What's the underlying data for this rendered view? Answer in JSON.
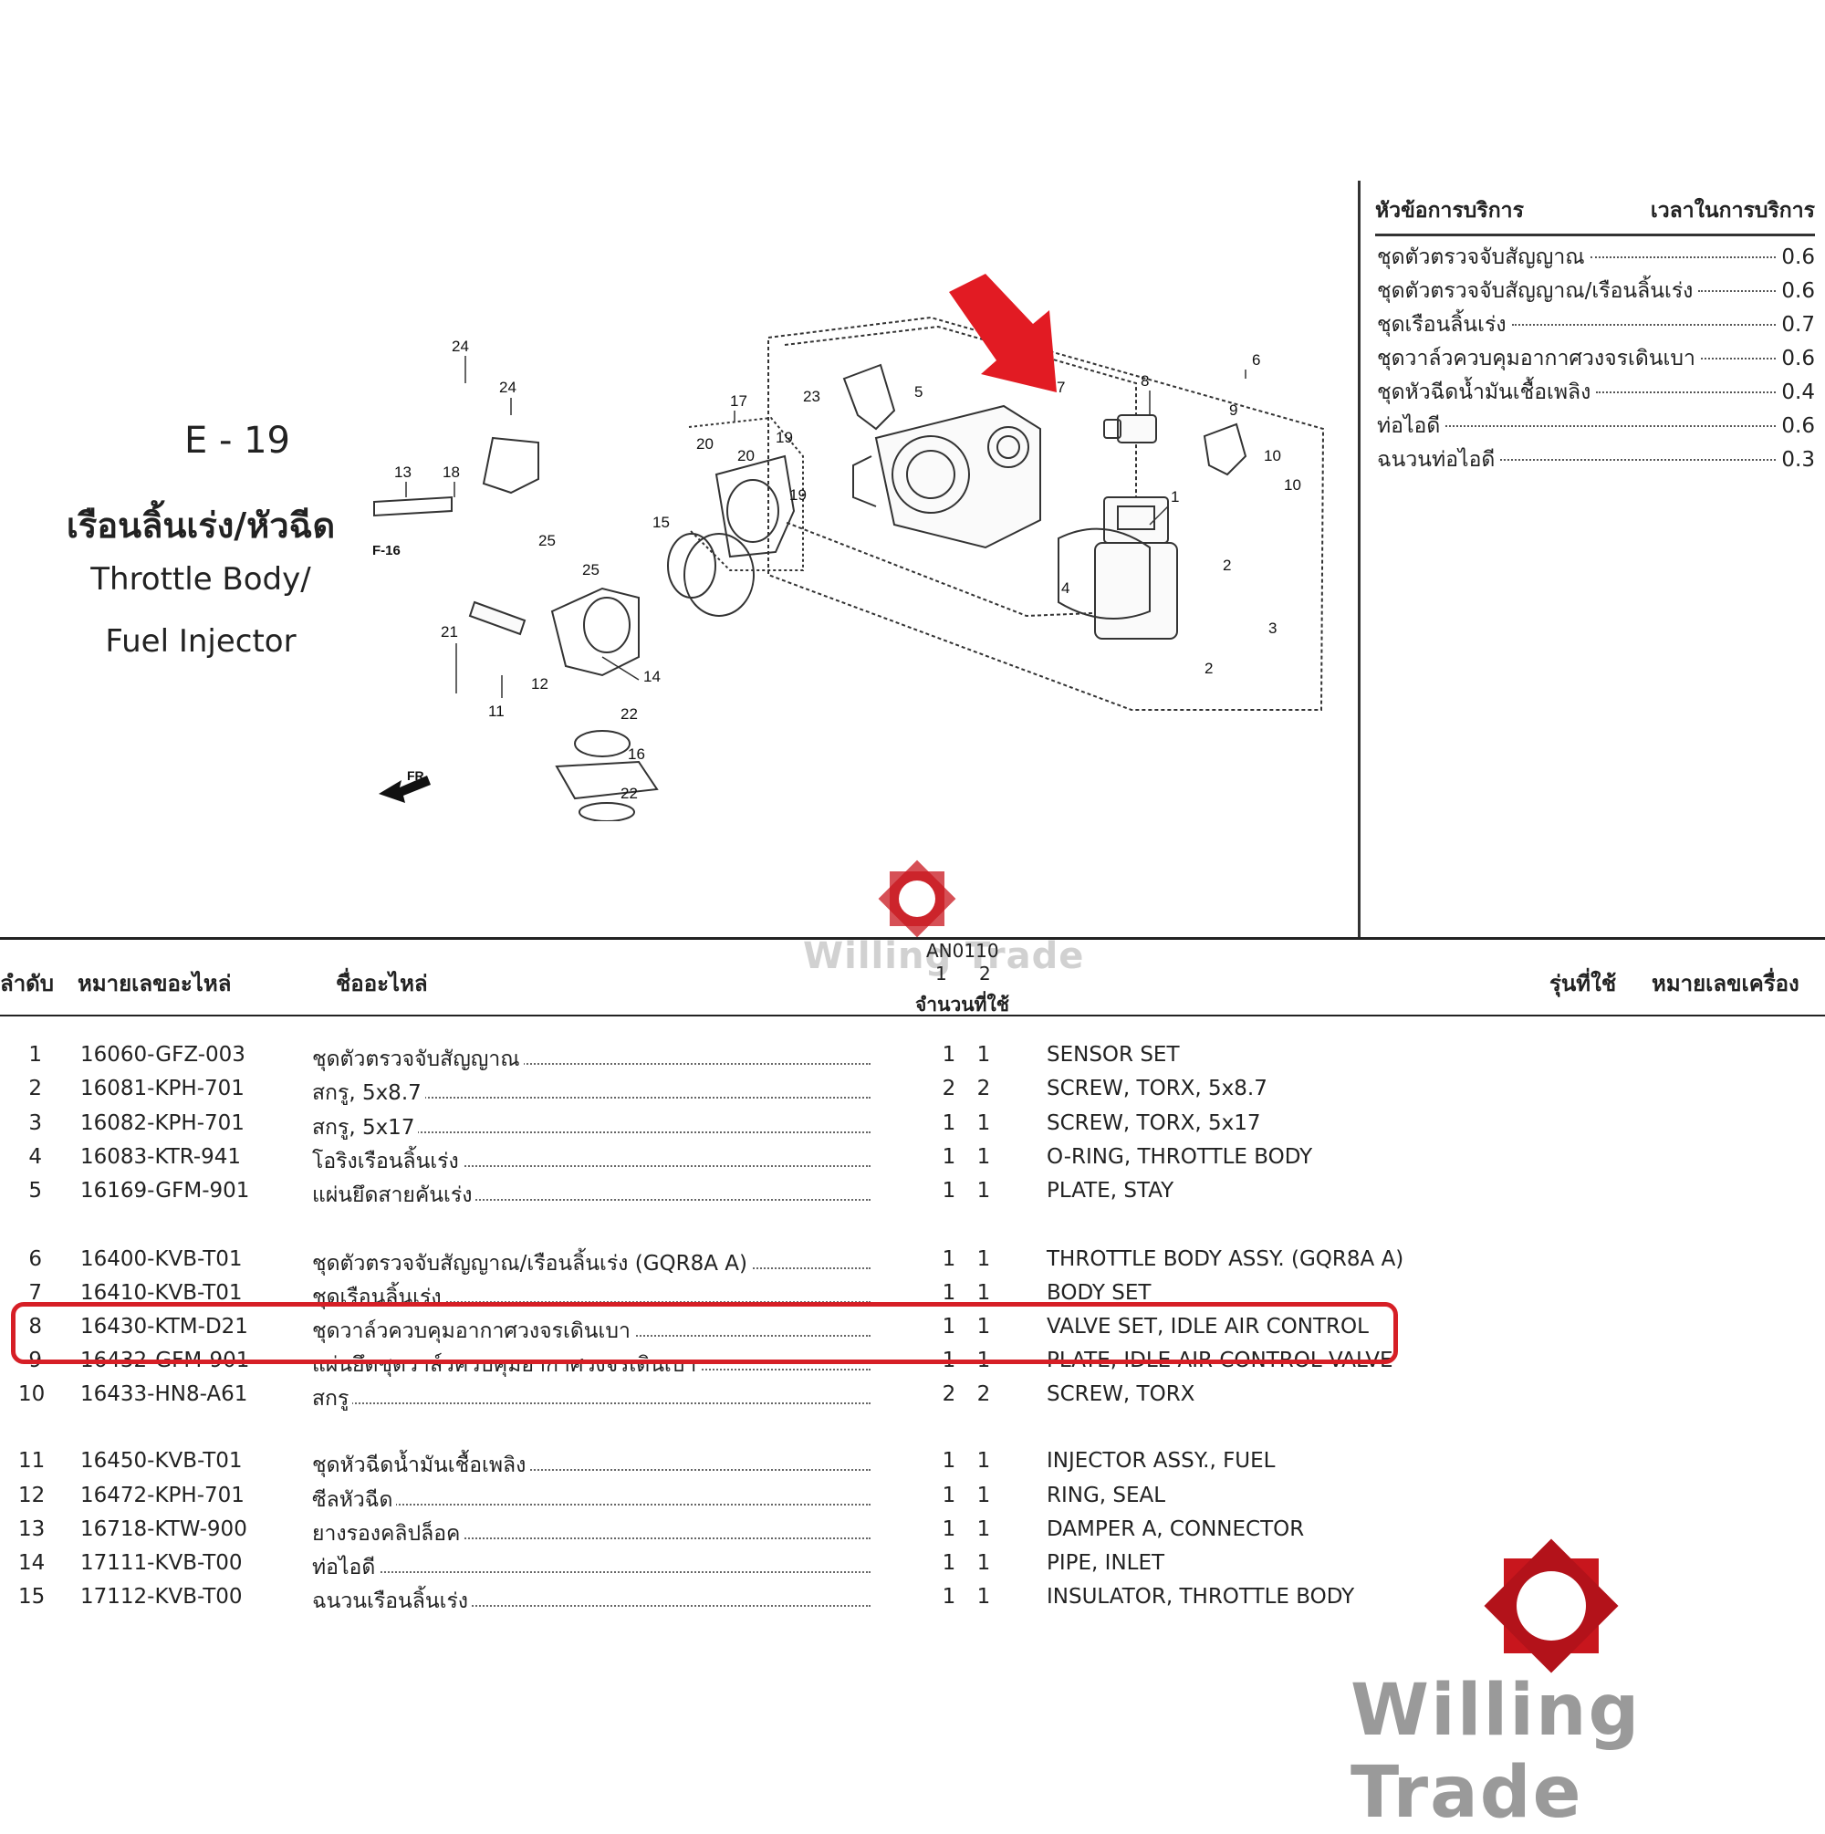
{
  "section": {
    "code": "E - 19",
    "title_th": "เรือนลิ้นเร่ง/หัวฉีด",
    "title_en_1": "Throttle Body/",
    "title_en_2": "Fuel Injector"
  },
  "diagram": {
    "callouts": [
      "1",
      "2",
      "2",
      "3",
      "4",
      "5",
      "6",
      "7",
      "8",
      "9",
      "10",
      "10",
      "11",
      "12",
      "13",
      "14",
      "15",
      "16",
      "17",
      "18",
      "19",
      "19",
      "20",
      "20",
      "21",
      "22",
      "22",
      "23",
      "24",
      "24",
      "25",
      "25"
    ],
    "ref_f16": "F-16",
    "front_arrow": "FR.",
    "arrow_color": "#e21b23"
  },
  "service": {
    "header_left": "หัวข้อการบริการ",
    "header_right": "เวลาในการบริการ",
    "rows": [
      {
        "label": "ชุดตัวตรวจจับสัญญาณ",
        "value": "0.6"
      },
      {
        "label": "ชุดตัวตรวจจับสัญญาณ/เรือนลิ้นเร่ง",
        "value": "0.6"
      },
      {
        "label": "ชุดเรือนลิ้นเร่ง",
        "value": "0.7"
      },
      {
        "label": "ชุดวาล์วควบคุมอากาศวงจรเดินเบา",
        "value": "0.6"
      },
      {
        "label": "ชุดหัวฉีดน้ำมันเชื้อเพลิง",
        "value": "0.4"
      },
      {
        "label": "ท่อไอดี",
        "value": "0.6"
      },
      {
        "label": "ฉนวนท่อไอดี",
        "value": "0.3"
      }
    ]
  },
  "table": {
    "headers": {
      "no": "ลำดับ",
      "part_no": "หมายเลขอะไหล่",
      "part_name": "ชื่ออะไหล่",
      "model_code": "AN0110",
      "qty_col1": "1",
      "qty_col2": "2",
      "qty_label": "จำนวนที่ใช้",
      "model": "รุ่นที่ใช้",
      "engine_no": "หมายเลขเครื่อง"
    },
    "rows": [
      {
        "no": "1",
        "part_no": "16060-GFZ-003",
        "name_th": "ชุดตัวตรวจจับสัญญาณ",
        "q1": "1",
        "q2": "1",
        "name_en": "SENSOR SET"
      },
      {
        "no": "2",
        "part_no": "16081-KPH-701",
        "name_th": "สกรู, 5x8.7",
        "q1": "2",
        "q2": "2",
        "name_en": "SCREW, TORX, 5x8.7"
      },
      {
        "no": "3",
        "part_no": "16082-KPH-701",
        "name_th": "สกรู, 5x17",
        "q1": "1",
        "q2": "1",
        "name_en": "SCREW, TORX, 5x17"
      },
      {
        "no": "4",
        "part_no": "16083-KTR-941",
        "name_th": "โอริงเรือนลิ้นเร่ง",
        "q1": "1",
        "q2": "1",
        "name_en": "O-RING, THROTTLE BODY"
      },
      {
        "no": "5",
        "part_no": "16169-GFM-901",
        "name_th": "แผ่นยึดสายคันเร่ง",
        "q1": "1",
        "q2": "1",
        "name_en": "PLATE, STAY"
      },
      {
        "no": "6",
        "part_no": "16400-KVB-T01",
        "name_th": "ชุดตัวตรวจจับสัญญาณ/เรือนลิ้นเร่ง (GQR8A A)",
        "q1": "1",
        "q2": "1",
        "name_en": "THROTTLE BODY ASSY. (GQR8A A)"
      },
      {
        "no": "7",
        "part_no": "16410-KVB-T01",
        "name_th": "ชุดเรือนลิ้นเร่ง",
        "q1": "1",
        "q2": "1",
        "name_en": "BODY SET"
      },
      {
        "no": "8",
        "part_no": "16430-KTM-D21",
        "name_th": "ชุดวาล์วควบคุมอากาศวงจรเดินเบา",
        "q1": "1",
        "q2": "1",
        "name_en": "VALVE SET, IDLE AIR CONTROL"
      },
      {
        "no": "9",
        "part_no": "16432-GFM-901",
        "name_th": "แผ่นยึดชุดวาล์วควบคุมอากาศวงจรเดินเบา",
        "q1": "1",
        "q2": "1",
        "name_en": "PLATE, IDLE AIR CONTROL VALVE"
      },
      {
        "no": "10",
        "part_no": "16433-HN8-A61",
        "name_th": "สกรู",
        "q1": "2",
        "q2": "2",
        "name_en": "SCREW, TORX"
      },
      {
        "no": "11",
        "part_no": "16450-KVB-T01",
        "name_th": "ชุดหัวฉีดน้ำมันเชื้อเพลิง",
        "q1": "1",
        "q2": "1",
        "name_en": "INJECTOR ASSY., FUEL"
      },
      {
        "no": "12",
        "part_no": "16472-KPH-701",
        "name_th": "ซีลหัวฉีด",
        "q1": "1",
        "q2": "1",
        "name_en": "RING, SEAL"
      },
      {
        "no": "13",
        "part_no": "16718-KTW-900",
        "name_th": "ยางรองคลิปล็อค",
        "q1": "1",
        "q2": "1",
        "name_en": "DAMPER A, CONNECTOR"
      },
      {
        "no": "14",
        "part_no": "17111-KVB-T00",
        "name_th": "ท่อไอดี",
        "q1": "1",
        "q2": "1",
        "name_en": "PIPE, INLET"
      },
      {
        "no": "15",
        "part_no": "17112-KVB-T00",
        "name_th": "ฉนวนเรือนลิ้นเร่ง",
        "q1": "1",
        "q2": "1",
        "name_en": "INSULATOR, THROTTLE BODY"
      }
    ],
    "highlight_row": "8",
    "highlight_color": "#d61f26"
  },
  "watermark": {
    "text_small": "Willing Trade",
    "text_large": "Willing Trade",
    "logo_color": "#c8161d"
  }
}
